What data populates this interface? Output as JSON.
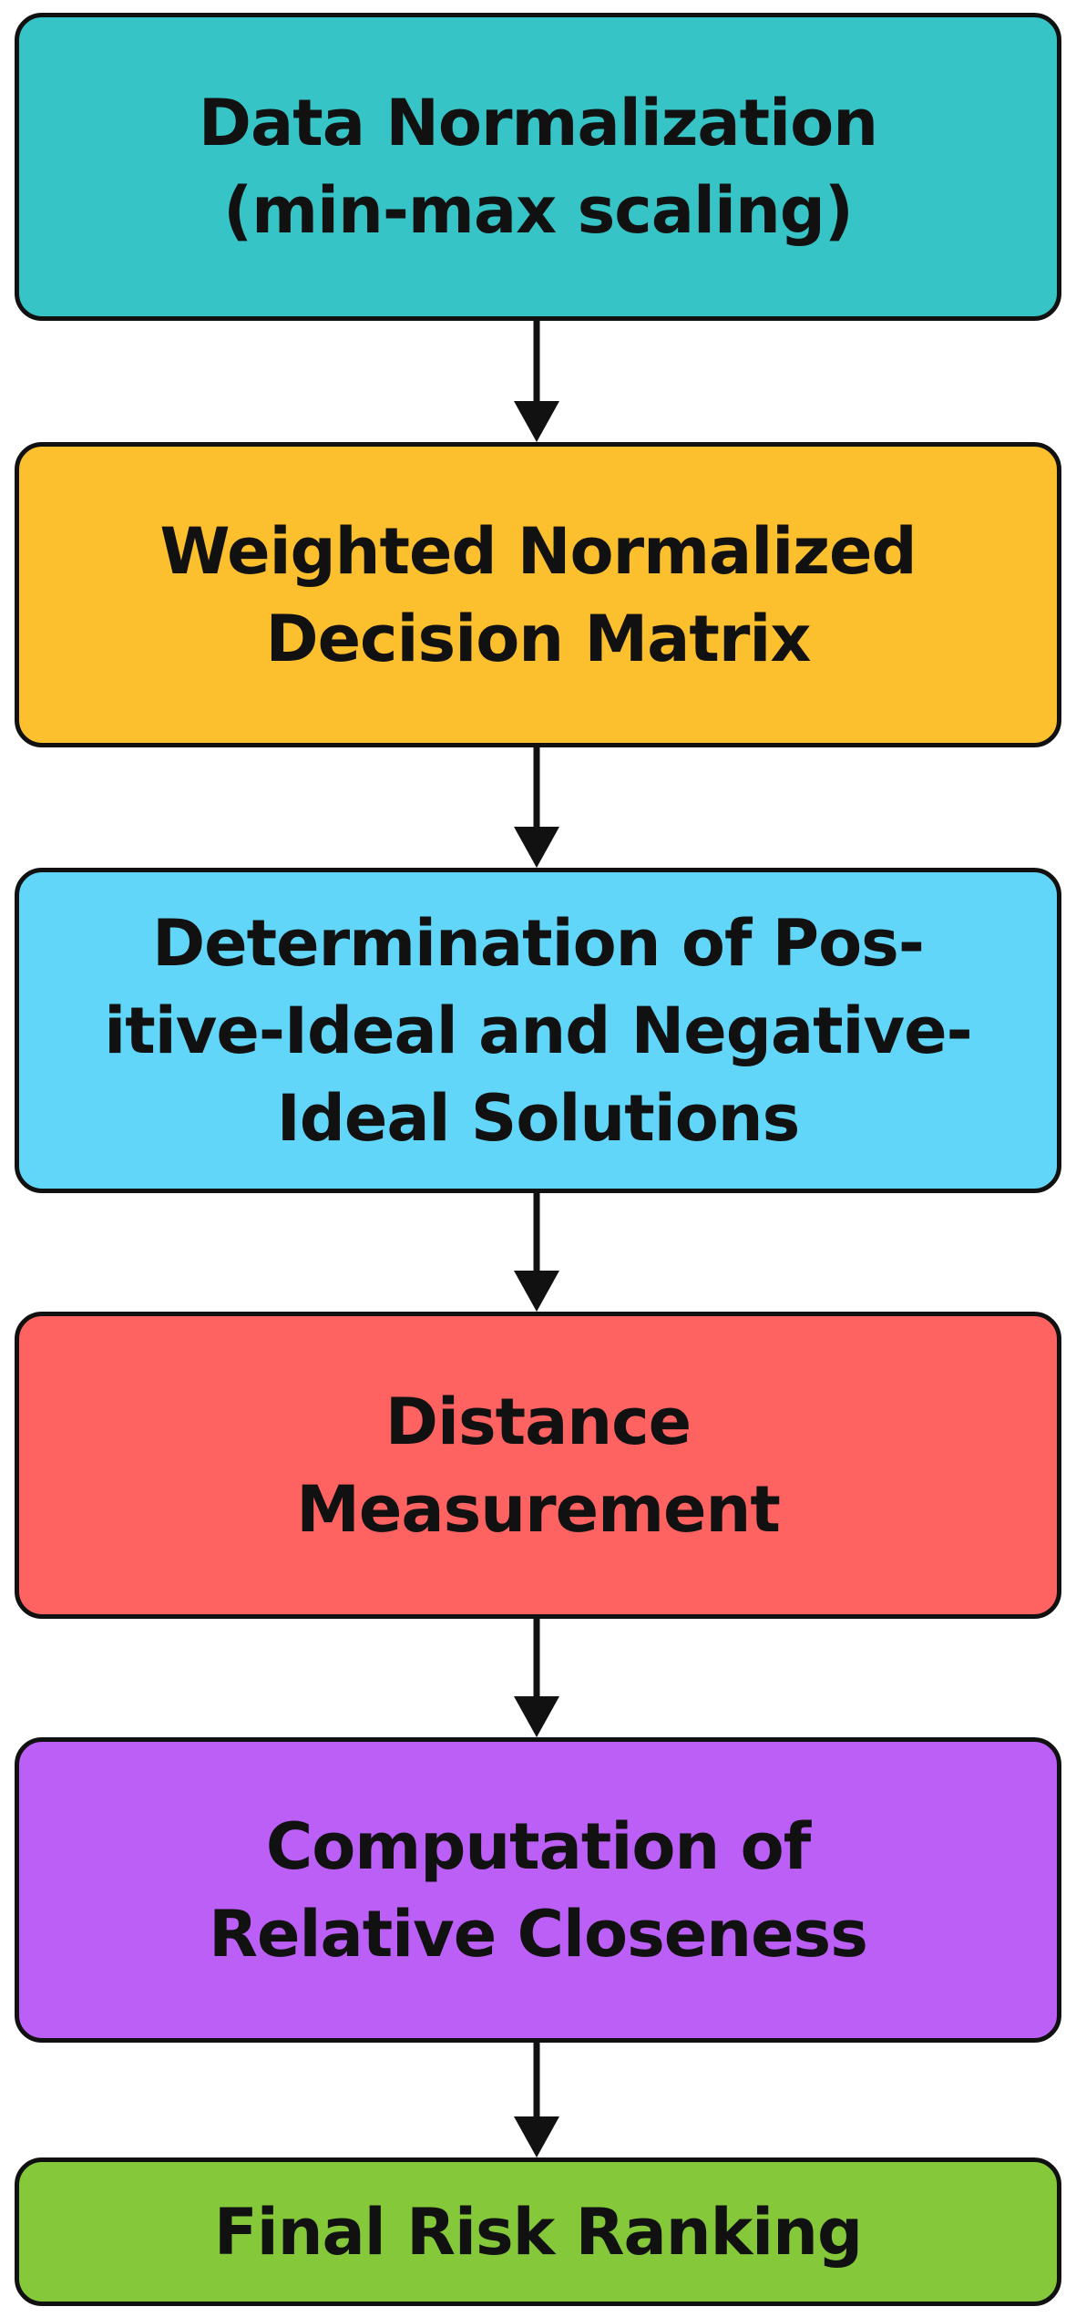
{
  "steps": [
    {
      "label": "Data Normalization\n(min-max scaling)",
      "color": "#37C4C7"
    },
    {
      "label": "Weighted Normalized\nDecision Matrix",
      "color": "#FCBF2E"
    },
    {
      "label": "Determination of Pos-\nitive-Ideal and Negative-\nIdeal Solutions",
      "color": "#61D6F8"
    },
    {
      "label": "Distance\nMeasurement",
      "color": "#FF6361"
    },
    {
      "label": "Computation of\nRelative Closeness",
      "color": "#BC5FF6"
    },
    {
      "label": "Final Risk Ranking",
      "color": "#85C93B"
    }
  ],
  "arrow_color": "#111111"
}
